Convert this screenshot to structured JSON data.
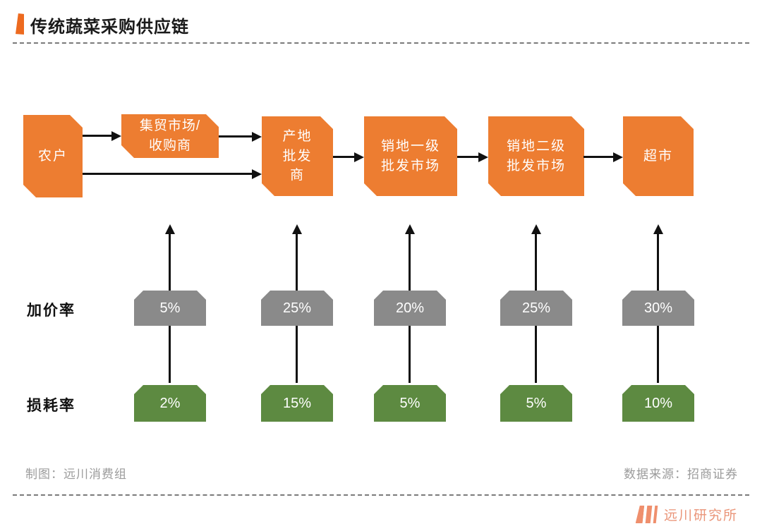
{
  "title": "传统蔬菜采购供应链",
  "colors": {
    "accent": "#ED6A1F",
    "title": "#1A1A1A",
    "orange": "#ED7D31",
    "markup": "#8A8A8A",
    "loss": "#5D8A41",
    "arrow": "#111111",
    "dash": "#7A7A7A",
    "footer": "#9B9B9B",
    "brand": "#EA9579",
    "brandbar": "#EF8F6D"
  },
  "chain": {
    "nodes": [
      {
        "label": "农户"
      },
      {
        "label": "集贸市场/\n收购商"
      },
      {
        "label": "产地\n批发\n商"
      },
      {
        "label": "销地一级\n批发市场"
      },
      {
        "label": "销地二级\n批发市场"
      },
      {
        "label": "超市"
      }
    ]
  },
  "markup_row": {
    "label": "加价率",
    "values": [
      "5%",
      "25%",
      "20%",
      "25%",
      "30%"
    ]
  },
  "loss_row": {
    "label": "损耗率",
    "values": [
      "2%",
      "15%",
      "5%",
      "5%",
      "10%"
    ]
  },
  "footer": {
    "credit": "制图：远川消费组",
    "source": "数据来源：招商证券"
  },
  "brand": {
    "name": "远川研究所"
  }
}
